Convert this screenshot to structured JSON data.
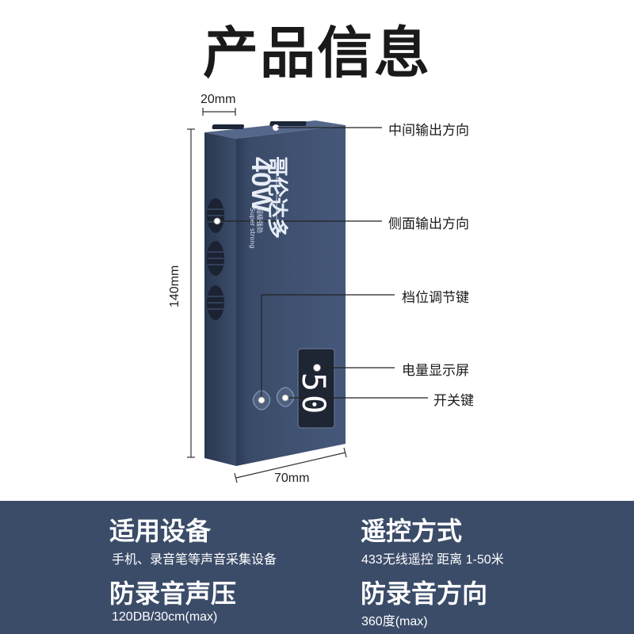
{
  "title": "产品信息",
  "dimensions": {
    "width_top": "20mm",
    "height": "140mm",
    "width_bottom": "70mm"
  },
  "callouts": {
    "center_output": "中间输出方向",
    "side_output": "侧面输出方向",
    "level_button": "档位调节键",
    "battery_display": "电量显示屏",
    "power_button": "开关键"
  },
  "device": {
    "brand": "哥伦达多",
    "wattage": "40W",
    "subtitle_cn": "超级强劲",
    "subtitle_en": "Super strong",
    "display_value": "50",
    "body_color": "#3e5070"
  },
  "specs": {
    "applicable_devices": {
      "heading": "适用设备",
      "value": "手机、录音笔等声音采集设备"
    },
    "remote_control": {
      "heading": "遥控方式",
      "value": "433无线遥控 距离 1-50米"
    },
    "sound_pressure": {
      "heading": "防录音声压",
      "value": "120DB/30cm(max)"
    },
    "direction": {
      "heading": "防录音方向",
      "value": "360度(max)"
    }
  },
  "band_color": "#3b4c69"
}
